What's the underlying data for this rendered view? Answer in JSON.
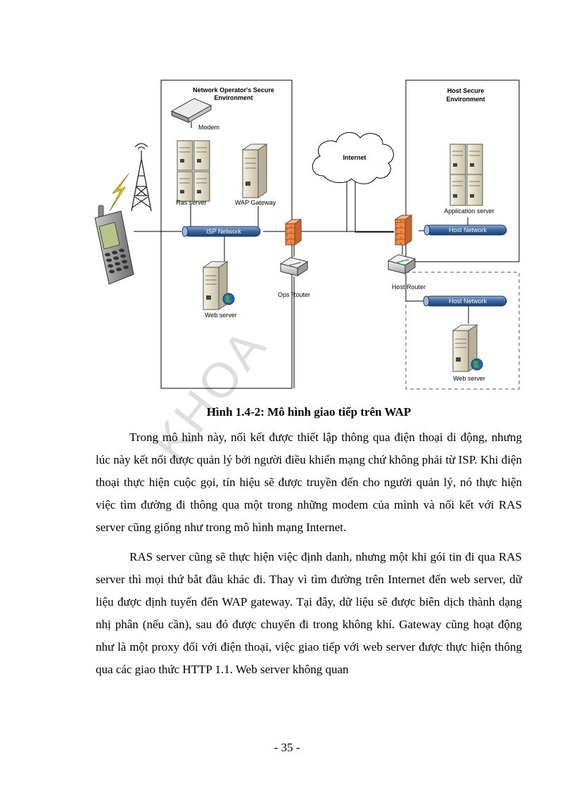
{
  "diagram": {
    "ops_title": [
      "Network Operator's Secure",
      "Environment"
    ],
    "host_title": [
      "Host Secure",
      "Environment"
    ],
    "modem": "Modem",
    "ras_server": "Ras server",
    "wap_gateway": "WAP Gateway",
    "isp_network": "ISP Network",
    "web_server_left": "Web server",
    "ops_router": "Ops Router",
    "internet": "Internet",
    "application_server": "Application server",
    "host_network_top": "Host Network",
    "host_router": "Host Router",
    "host_network_bottom": "Host Network",
    "web_server_right": "Web server"
  },
  "caption": "Hình 1.4-2: Mô hình giao tiếp trên WAP",
  "paragraphs": [
    "Trong mô hình này, nối kết được thiết lập thông qua điện thoại di động, nhưng lúc này kết nối được quản lý bởi người điều khiển mạng chứ không phải từ ISP. Khi điện thoại thực hiện cuộc gọi, tín hiệu sẽ được truyền đến cho người quản lý, nó thực hiện việc tìm đường đi thông qua một trong những modem của mình và nối kết với RAS server cũng giống như trong mô hình mạng Internet.",
    "RAS server cũng sẽ thực hiện việc định danh, nhưng một khi gói tin đi qua RAS server thì mọi thứ bắt đầu khác đi. Thay vì tìm đường trên Internet đến web server, dữ liệu được định tuyến đến WAP gateway. Tại đây, dữ liệu sẽ được biên dịch thành dạng nhị phân (nếu cần), sau đó được chuyển đi trong không khí. Gateway cũng hoạt động như là một proxy đối với điện thoại, việc giao tiếp với web server được thực hiện thông qua các giao thức HTTP 1.1. Web server không quan"
  ],
  "watermark": "KHOA",
  "page_number": "- 35 -"
}
